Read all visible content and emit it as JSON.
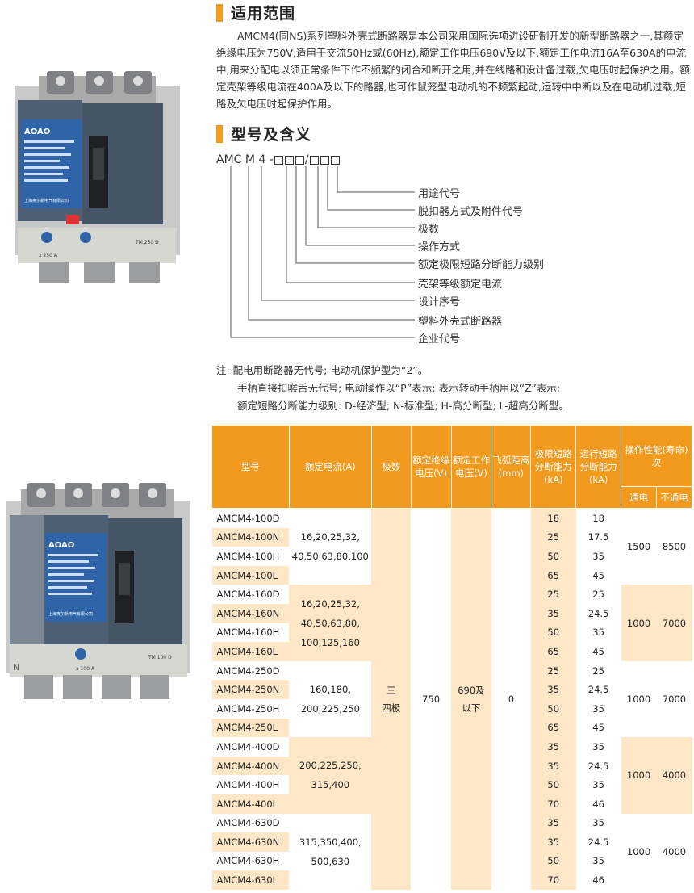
{
  "section1": {
    "title": "适用范围"
  },
  "intro": "AMCM4(同NS)系列塑料外壳式断路器是本公司采用国际选项进设研制开发的新型断路器之一,其额定绝缘电压为750V,适用于交流50Hz或(60Hz),额定工作电压690V及以下,额定工作电流16A至630A的电流中,用来分配电以须正常条件下作不频繁的闭合和断开之用,并在线路和设计备过载,欠电压时起保护之用。额定壳架等级电流在400A及以下的路器,也可作鼠笼型电动机的不频繁起动,运转中中断以及在电动机过载,短路及欠电压时起保护作用。",
  "section2": {
    "title": "型号及含义"
  },
  "model_code": {
    "prefix": "AMC",
    "m": "M",
    "four": "4",
    "dash": "-",
    "slash": "/"
  },
  "model_meanings": [
    "用途代号",
    "脱扣器方式及附件代号",
    "极数",
    "操作方式",
    "额定极限短路分断能力级别",
    "壳架等级额定电流",
    "设计序号",
    "塑料外壳式断路器",
    "企业代号"
  ],
  "notes": [
    "注: 配电用断路器无代号; 电动机保护型为“2”。",
    "手柄直接扣喉舌无代号; 电动操作以“P”表示; 表示转动手柄用以“Z”表示;",
    "额定短路分断能力级别: D-经济型; N-标准型; H-高分断型; L-超高分断型。"
  ],
  "table": {
    "headers": {
      "model": "型号",
      "current": "额定电流(A)",
      "poles": "极数",
      "insul_v": "额定绝缘电压(V)",
      "work_v": "额定工作电压(V)",
      "arc": "飞弧距离(mm)",
      "limit": "极限短路分断能力(kA)",
      "run": "运行短路分断能力(kA)",
      "life": "操作性能(寿命)次",
      "on": "通电",
      "off": "不通电"
    },
    "poles_value": "三 四极",
    "poles_l1": "三",
    "poles_l2": "四极",
    "insul_value": "750",
    "work_l1": "690及",
    "work_l2": "以下",
    "arc_value": "0",
    "groups": [
      {
        "current_lines": [
          "16,20,25,32,",
          "40,50,63,80,100"
        ],
        "on": "1500",
        "off": "8500",
        "rows": [
          [
            "AMCM4-100D",
            "18",
            "18"
          ],
          [
            "AMCM4-100N",
            "25",
            "17.5"
          ],
          [
            "AMCM4-100H",
            "50",
            "35"
          ],
          [
            "AMCM4-100L",
            "65",
            "45"
          ]
        ]
      },
      {
        "current_lines": [
          "16,20,25,32,",
          "40,50,63,80,",
          "100,125,160"
        ],
        "on": "1000",
        "off": "7000",
        "rows": [
          [
            "AMCM4-160D",
            "25",
            "25"
          ],
          [
            "AMCM4-160N",
            "35",
            "24.5"
          ],
          [
            "AMCM4-160H",
            "50",
            "35"
          ],
          [
            "AMCM4-160L",
            "65",
            "45"
          ]
        ]
      },
      {
        "current_lines": [
          "160,180,",
          "200,225,250"
        ],
        "on": "1000",
        "off": "7000",
        "rows": [
          [
            "AMCM4-250D",
            "25",
            "25"
          ],
          [
            "AMCM4-250N",
            "35",
            "24.5"
          ],
          [
            "AMCM4-250H",
            "50",
            "35"
          ],
          [
            "AMCM4-250L",
            "65",
            "45"
          ]
        ]
      },
      {
        "current_lines": [
          "200,225,250,",
          "315,400"
        ],
        "on": "1000",
        "off": "4000",
        "rows": [
          [
            "AMCM4-400D",
            "35",
            "35"
          ],
          [
            "AMCM4-400N",
            "35",
            "24.5"
          ],
          [
            "AMCM4-400H",
            "50",
            "35"
          ],
          [
            "AMCM4-400L",
            "70",
            "46"
          ]
        ]
      },
      {
        "current_lines": [
          "315,350,400,",
          "500,630"
        ],
        "on": "1000",
        "off": "4000",
        "rows": [
          [
            "AMCM4-630D",
            "35",
            "35"
          ],
          [
            "AMCM4-630N",
            "35",
            "24.5"
          ],
          [
            "AMCM4-630H",
            "50",
            "35"
          ],
          [
            "AMCM4-630L",
            "70",
            "46"
          ]
        ]
      }
    ]
  },
  "photos": {
    "p1": {
      "brand": "AOAO",
      "label": "上海奥尔新电气有限公司",
      "rating1": "x 250 A",
      "rating2": "TM 250 D"
    },
    "p2": {
      "brand": "AOAO",
      "label": "上海奥尔新电气有限公司",
      "rating1": "x 100 A",
      "rating2": "TM 100 D",
      "neutral": "N"
    }
  }
}
